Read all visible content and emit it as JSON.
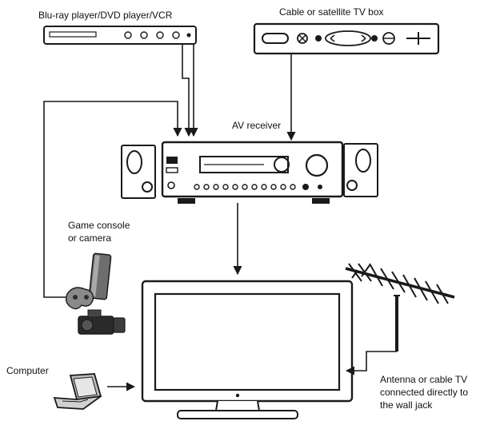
{
  "labels": {
    "bluray": "Blu-ray player/DVD player/VCR",
    "cable": "Cable or satellite TV box",
    "receiver": "AV receiver",
    "game_line1": "Game console",
    "game_line2": "or camera",
    "computer": "Computer",
    "antenna_line1": "Antenna or cable TV",
    "antenna_line2": "connected directly to",
    "antenna_line3": "the wall jack"
  },
  "colors": {
    "line": "#1a1a1a",
    "device_fill": "#ffffff",
    "device_dark": "#222222",
    "gray": "#9a9a9a"
  }
}
